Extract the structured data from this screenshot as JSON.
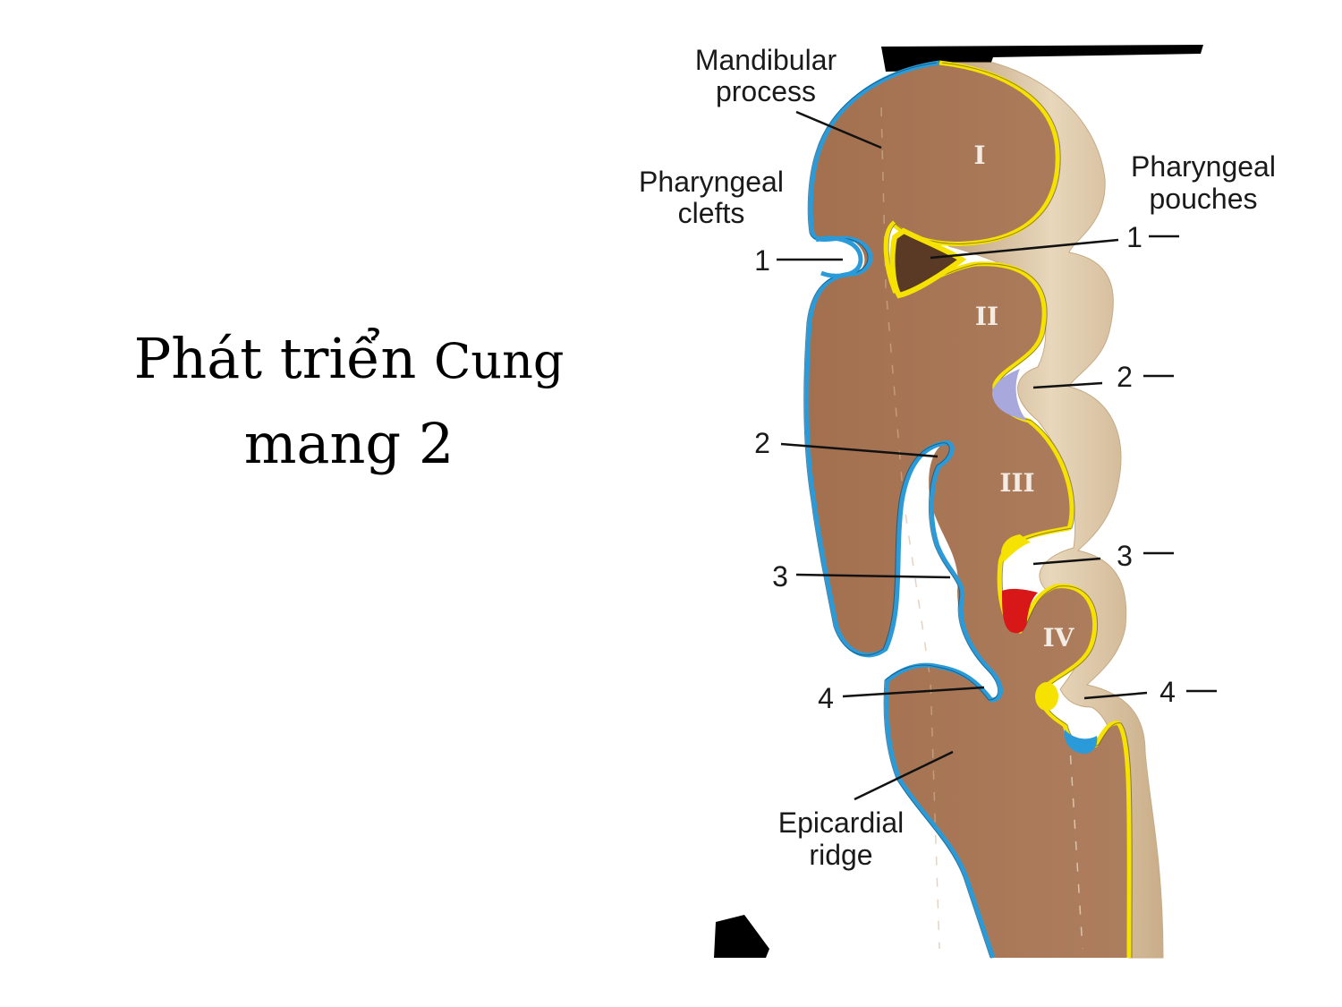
{
  "slide": {
    "title_line1_main": "Phát triển ",
    "title_line1_small": "Cung",
    "title_line2": "mang 2"
  },
  "diagram": {
    "labels": {
      "mandibular_1": "Mandibular",
      "mandibular_2": "process",
      "clefts_1": "Pharyngeal",
      "clefts_2": "clefts",
      "pouches_1": "Pharyngeal",
      "pouches_2": "pouches",
      "epicardial_1": "Epicardial",
      "epicardial_2": "ridge"
    },
    "cleft_numbers": [
      "1",
      "2",
      "3",
      "4"
    ],
    "pouch_numbers": [
      "1",
      "2",
      "3",
      "4"
    ],
    "arch_numerals": [
      "I",
      "II",
      "III",
      "IV"
    ]
  },
  "colors": {
    "tissue": "#a87654",
    "side": "#dcc8a8",
    "ectoderm": "#2a9bd8",
    "endoderm": "#f5e200",
    "pouch2": "#a9a8dc",
    "pouch3": "#d81818"
  }
}
